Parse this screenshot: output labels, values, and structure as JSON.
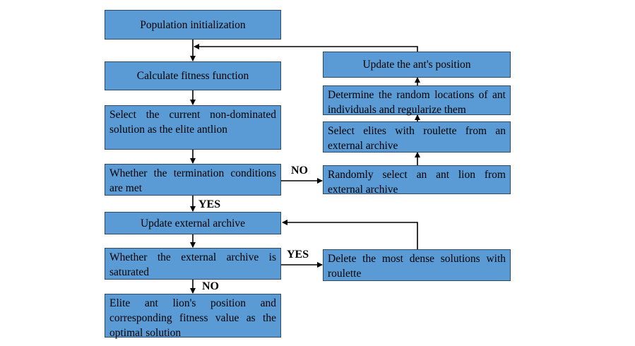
{
  "diagram": {
    "nodes": {
      "population_init": "Population initialization",
      "calc_fitness": "Calculate fitness function",
      "select_nondominated": "Select the current non-dominated solution as the elite antlion",
      "termination_check": "Whether the termination conditions are met",
      "update_archive": "Update external archive",
      "archive_saturated": "Whether the external archive is saturated",
      "optimal_solution": "Elite ant lion's position and corresponding fitness value as the optimal solution",
      "update_ant_position": "Update the ant's position",
      "random_locations": "Determine the random locations of ant individuals and regularize them",
      "select_elites": "Select elites with roulette from an external archive",
      "random_antlion": "Randomly select an ant lion from external archive",
      "delete_dense": "Delete the most dense solutions with roulette"
    },
    "edge_labels": {
      "termination_no": "NO",
      "termination_yes": "YES",
      "saturated_yes": "YES",
      "saturated_no": "NO"
    }
  }
}
